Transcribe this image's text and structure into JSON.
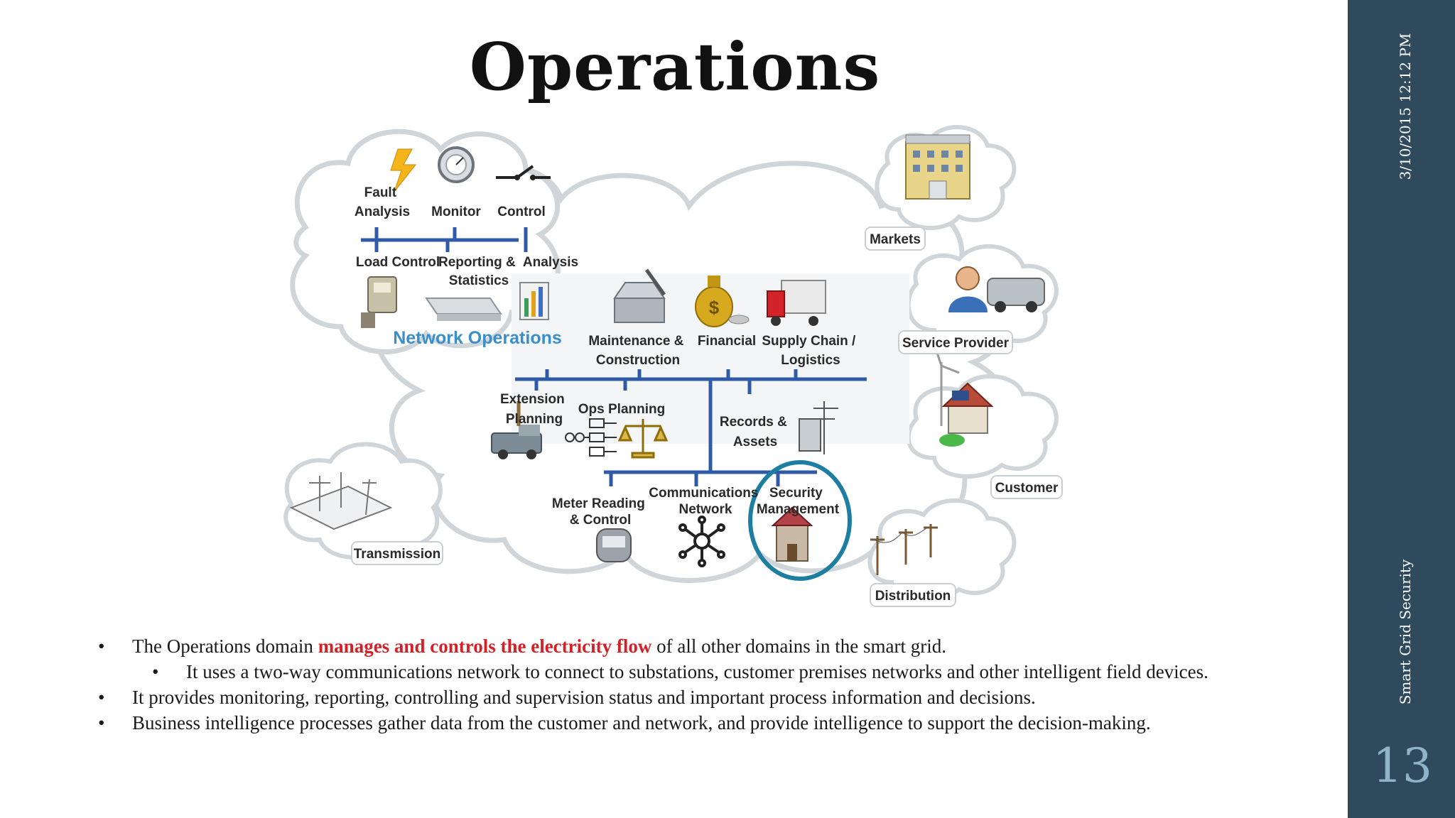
{
  "title": "Operations",
  "date": "3/10/2015 12:12 PM",
  "footer": "Smart Grid Security",
  "page_number": "13",
  "colors": {
    "sidebar": "#2f4a5c",
    "highlight": "#d42027",
    "bus_line": "#2e5aa8",
    "security_circle": "#1e7ea1"
  },
  "diagram": {
    "network_operations_label": "Network Operations",
    "fault_analysis": [
      "Fault",
      "Analysis"
    ],
    "monitor": "Monitor",
    "control": "Control",
    "load_control": "Load Control",
    "reporting": [
      "Reporting &",
      "Statistics"
    ],
    "analysis": "Analysis",
    "maintenance": [
      "Maintenance &",
      "Construction"
    ],
    "financial": "Financial",
    "supply_chain": [
      "Supply Chain /",
      "Logistics"
    ],
    "extension_planning": [
      "Extension",
      "Planning"
    ],
    "ops_planning": "Ops Planning",
    "records": [
      "Records &",
      "Assets"
    ],
    "meter_reading": [
      "Meter Reading",
      "& Control"
    ],
    "communications": [
      "Communications",
      "Network"
    ],
    "security": [
      "Security",
      "Management"
    ],
    "markets": "Markets",
    "service_provider": "Service Provider",
    "customer": "Customer",
    "transmission": "Transmission",
    "distribution": "Distribution"
  },
  "bullets": {
    "b1_pre": "The Operations domain ",
    "b1_highlight": "manages and controls the electricity flow",
    "b1_post": " of all other domains in the smart grid.",
    "b1_sub": "It uses a two-way communications network to connect to substations, customer premises networks and other intelligent field devices.",
    "b2": "It provides monitoring, reporting, controlling and supervision status and important process information and decisions.",
    "b3": "Business intelligence processes gather data from the customer and network, and provide intelligence to support the decision-making.",
    "bullet_char": "•"
  }
}
